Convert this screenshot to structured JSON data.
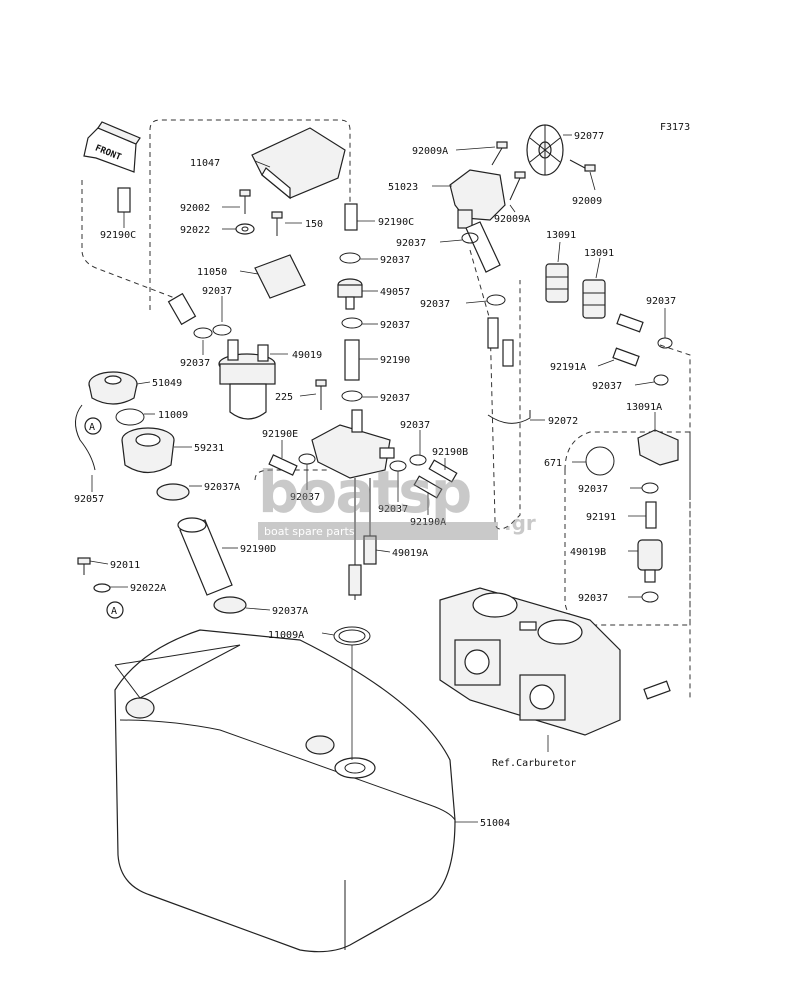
{
  "figure_code": "F3173",
  "front_label": "FRONT",
  "watermark": {
    "brand": "boatsp",
    "domain": ".gr",
    "tagline": "boat spare parts"
  },
  "ref_carburetor": "Ref.Carburetor",
  "circle_ref": "A",
  "labels": {
    "l_11047": "11047",
    "l_92002": "92002",
    "l_92022": "92022",
    "l_150": "150",
    "l_11050": "11050",
    "l_92190C_right": "92190C",
    "l_92190C_left": "92190C",
    "l_92037_a": "92037",
    "l_92037_b": "92037",
    "l_49019": "49019",
    "l_92037_c": "92037",
    "l_49057": "49057",
    "l_92037_d": "92037",
    "l_92190": "92190",
    "l_225": "225",
    "l_92037_e": "92037",
    "l_51049": "51049",
    "l_11009": "11009",
    "l_59231": "59231",
    "l_92190E": "92190E",
    "l_92037_f": "92037",
    "l_92037_g": "92037",
    "l_92190B": "92190B",
    "l_92037_h": "92037",
    "l_92190A": "92190A",
    "l_92037A_1": "92037A",
    "l_92057": "92057",
    "l_92190D": "92190D",
    "l_49019A": "49019A",
    "l_92011": "92011",
    "l_92022A": "92022A",
    "l_92037A_2": "92037A",
    "l_11009A": "11009A",
    "l_51004": "51004",
    "l_92009A_1": "92009A",
    "l_92077": "92077",
    "l_51023": "51023",
    "l_92009A_2": "92009A",
    "l_92009": "92009",
    "l_92037_i": "92037",
    "l_13091_1": "13091",
    "l_13091_2": "13091",
    "l_92037_j": "92037",
    "l_92037_k": "92037",
    "l_92191A": "92191A",
    "l_92037_l": "92037",
    "l_92072": "92072",
    "l_13091A": "13091A",
    "l_671": "671",
    "l_92037_m": "92037",
    "l_92191": "92191",
    "l_49019B": "49019B",
    "l_92037_n": "92037"
  }
}
